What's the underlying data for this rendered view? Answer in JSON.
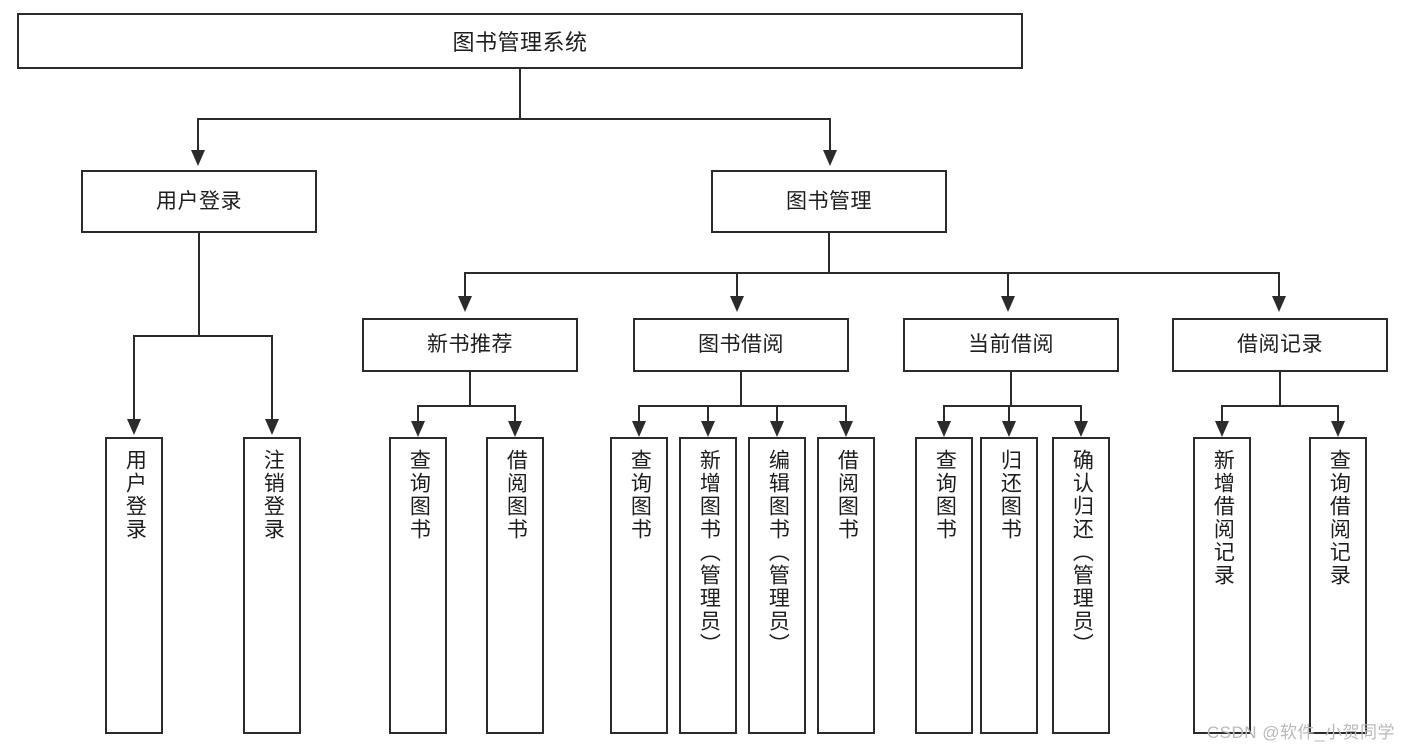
{
  "diagram": {
    "type": "tree-hierarchy",
    "title": "图书管理系统",
    "root": {
      "label": "图书管理系统"
    },
    "level2": [
      {
        "id": "user-login",
        "label": "用户登录"
      },
      {
        "id": "book-manage",
        "label": "图书管理"
      }
    ],
    "level3": [
      {
        "id": "new-book-recommend",
        "label": "新书推荐",
        "parent": "book-manage"
      },
      {
        "id": "book-borrow",
        "label": "图书借阅",
        "parent": "book-manage"
      },
      {
        "id": "current-borrow",
        "label": "当前借阅",
        "parent": "book-manage"
      },
      {
        "id": "borrow-record",
        "label": "借阅记录",
        "parent": "book-manage"
      }
    ],
    "leaves": [
      {
        "id": "leaf-user-login",
        "label": "用户登录",
        "parent": "user-login"
      },
      {
        "id": "leaf-logout",
        "label": "注销登录",
        "parent": "user-login"
      },
      {
        "id": "leaf-query-book-1",
        "label": "查询图书",
        "parent": "new-book-recommend"
      },
      {
        "id": "leaf-borrow-book-1",
        "label": "借阅图书",
        "parent": "new-book-recommend"
      },
      {
        "id": "leaf-query-book-2",
        "label": "查询图书",
        "parent": "book-borrow"
      },
      {
        "id": "leaf-add-book",
        "label": "新增图书（管理员）",
        "parent": "book-borrow"
      },
      {
        "id": "leaf-edit-book",
        "label": "编辑图书（管理员）",
        "parent": "book-borrow"
      },
      {
        "id": "leaf-borrow-book-2",
        "label": "借阅图书",
        "parent": "book-borrow"
      },
      {
        "id": "leaf-query-book-3",
        "label": "查询图书",
        "parent": "current-borrow"
      },
      {
        "id": "leaf-return-book",
        "label": "归还图书",
        "parent": "current-borrow"
      },
      {
        "id": "leaf-confirm-return",
        "label": "确认归还（管理员）",
        "parent": "current-borrow"
      },
      {
        "id": "leaf-add-record",
        "label": "新增借阅记录",
        "parent": "borrow-record"
      },
      {
        "id": "leaf-query-record",
        "label": "查询借阅记录",
        "parent": "borrow-record"
      }
    ],
    "colors": {
      "stroke": "#2b2b2b",
      "fill": "#ffffff",
      "text": "#1d1d1d",
      "watermark": "#b9b9b9"
    }
  },
  "watermark": {
    "text": "CSDN @软件_小贺同学"
  }
}
